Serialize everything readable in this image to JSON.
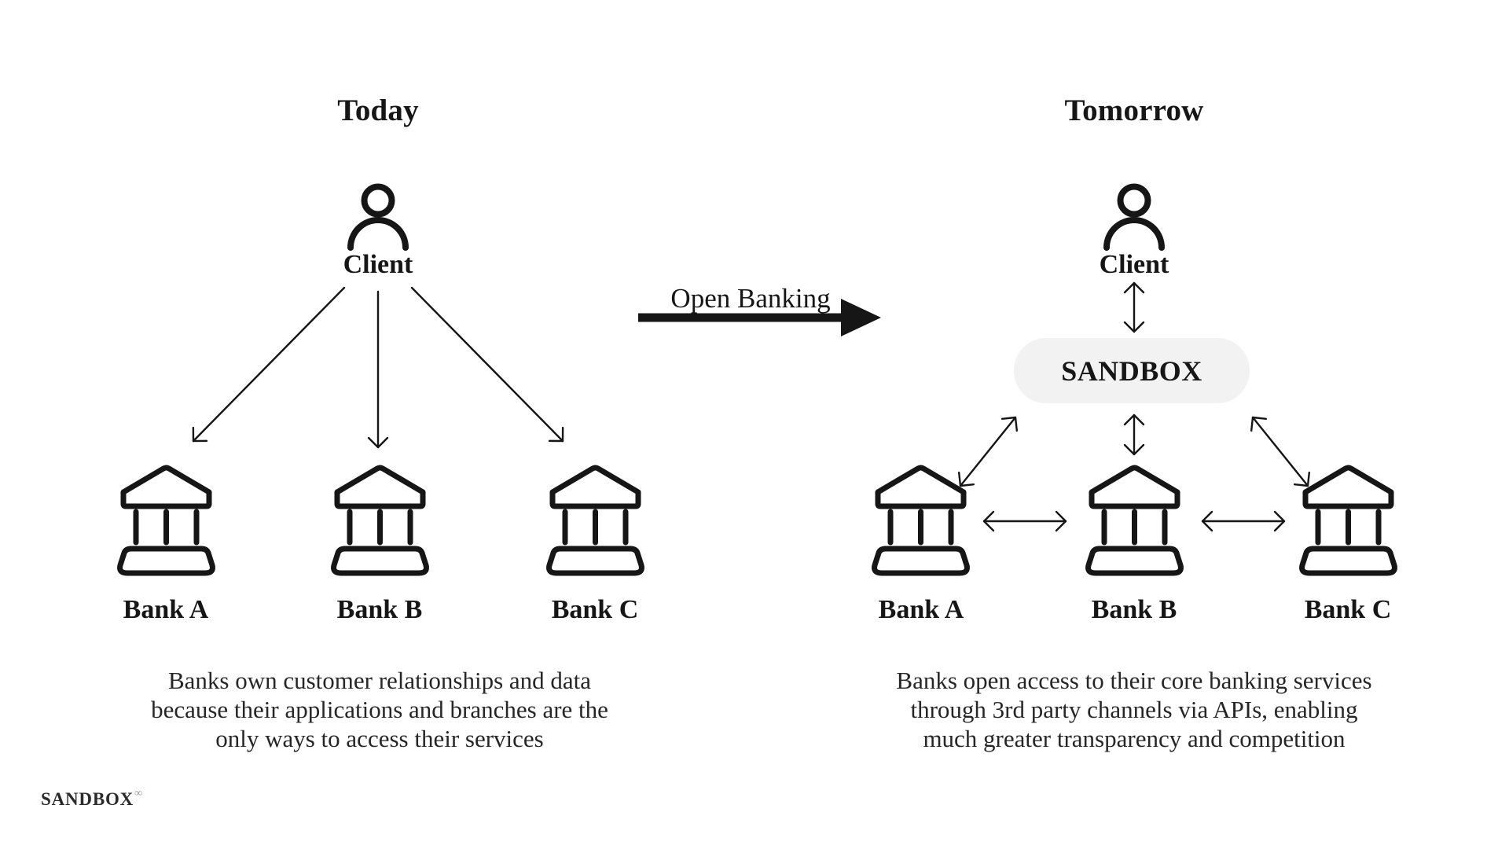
{
  "colors": {
    "ink": "#161616",
    "text": "#262626",
    "hub_fill": "#f2f2f2",
    "muted": "#9b9b9b",
    "background": "#ffffff"
  },
  "today_panel": {
    "title": "Today",
    "client_label": "Client",
    "bank_labels": [
      "Bank A",
      "Bank B",
      "Bank C"
    ],
    "caption_lines": [
      "Banks own customer relationships and data",
      "because their applications and branches are the",
      "only ways to access their services"
    ]
  },
  "transition": {
    "label": "Open Banking"
  },
  "tomorrow_panel": {
    "title": "Tomorrow",
    "client_label": "Client",
    "hub_label": "SANDBOX",
    "bank_labels": [
      "Bank A",
      "Bank B",
      "Bank C"
    ],
    "caption_lines": [
      "Banks open access to their core banking services",
      "through 3rd party channels via APIs, enabling",
      "much greater transparency and competition"
    ]
  },
  "footer": {
    "brand": "SANDBOX",
    "brand_mark": "∞"
  },
  "icons": {
    "client": "person-icon",
    "bank": "bank-building-icon",
    "transition": "thick-right-arrow-icon",
    "connection": "double-headed-arrow-icon"
  }
}
